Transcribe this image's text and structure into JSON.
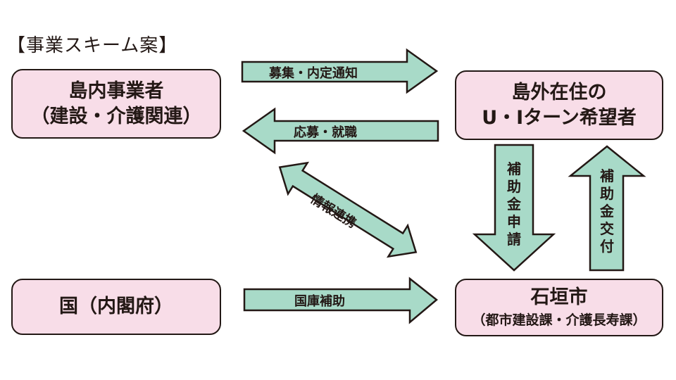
{
  "title": "【事業スキーム案】",
  "colors": {
    "box_fill": "#f8dde8",
    "arrow_fill": "#a8dac8",
    "stroke": "#231815"
  },
  "boxes": {
    "local_business": {
      "line1": "島内事業者",
      "line2": "（建設・介護関連）"
    },
    "ui_turn": {
      "line1": "島外在住の",
      "line2": "U・Iターン希望者"
    },
    "national": {
      "line1": "国（内閣府）"
    },
    "city": {
      "line1": "石垣市",
      "line2": "（都市建設課・介護長寿課）"
    }
  },
  "arrows": {
    "recruit": {
      "label": "募集・内定通知",
      "direction": "right"
    },
    "apply": {
      "label": "応募・就職",
      "direction": "left"
    },
    "info": {
      "label": "情報連携",
      "direction": "both"
    },
    "subsidy_apply": {
      "label": "補助金申請",
      "direction": "down"
    },
    "subsidy_grant": {
      "label": "補助金交付",
      "direction": "up"
    },
    "national_subsidy": {
      "label": "国庫補助",
      "direction": "right"
    }
  }
}
